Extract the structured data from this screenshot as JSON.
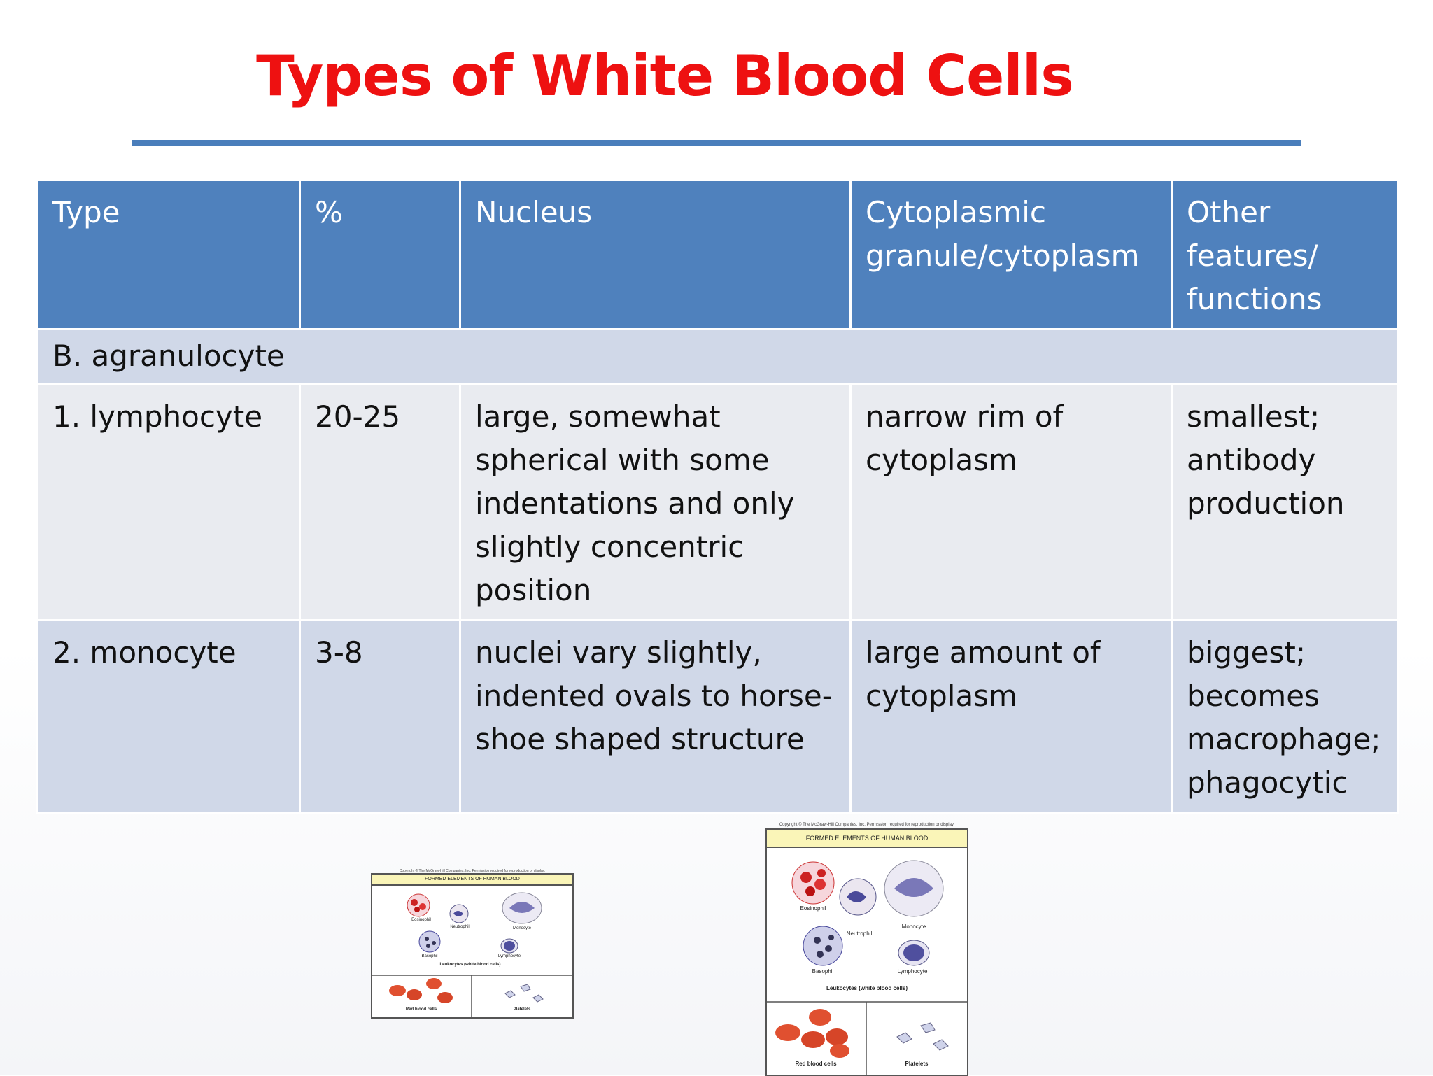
{
  "slide": {
    "title": "Types of White Blood Cells",
    "accent_title_color": "#ee1111",
    "rule_color": "#4a7ebb"
  },
  "table": {
    "headers": [
      "Type",
      "%",
      "Nucleus",
      "Cytoplasmic granule/cytoplasm",
      "Other features/ functions"
    ],
    "group_label": "B. agranulocyte",
    "rows": [
      {
        "type": "1. lymphocyte",
        "percent": "20-25",
        "nucleus": "large, somewhat spherical with some indentations and only slightly concentric position",
        "cytoplasm": "narrow rim of cytoplasm",
        "other": "smallest; antibody production"
      },
      {
        "type": "2. monocyte",
        "percent": "3-8",
        "nucleus": "nuclei vary slightly, indented ovals to horse-shoe shaped structure",
        "cytoplasm": "large amount of cytoplasm",
        "other": "biggest; becomes macrophage; phagocytic"
      }
    ],
    "header_color": "#4f81bd",
    "band_colors": [
      "#d0d8e8",
      "#e9ebf0"
    ]
  },
  "figures": {
    "copyright": "Copyright © The McGraw-Hill Companies, Inc. Permission required for reproduction or display.",
    "header": "FORMED ELEMENTS OF HUMAN BLOOD",
    "labels": {
      "eosinophil": "Eosinophil",
      "neutrophil": "Neutrophil",
      "monocyte": "Monocyte",
      "basophil": "Basophil",
      "lymphocyte": "Lymphocyte",
      "leukocytes": "Leukocytes (white blood cells)",
      "red_cells": "Red blood cells",
      "platelets": "Platelets"
    }
  }
}
